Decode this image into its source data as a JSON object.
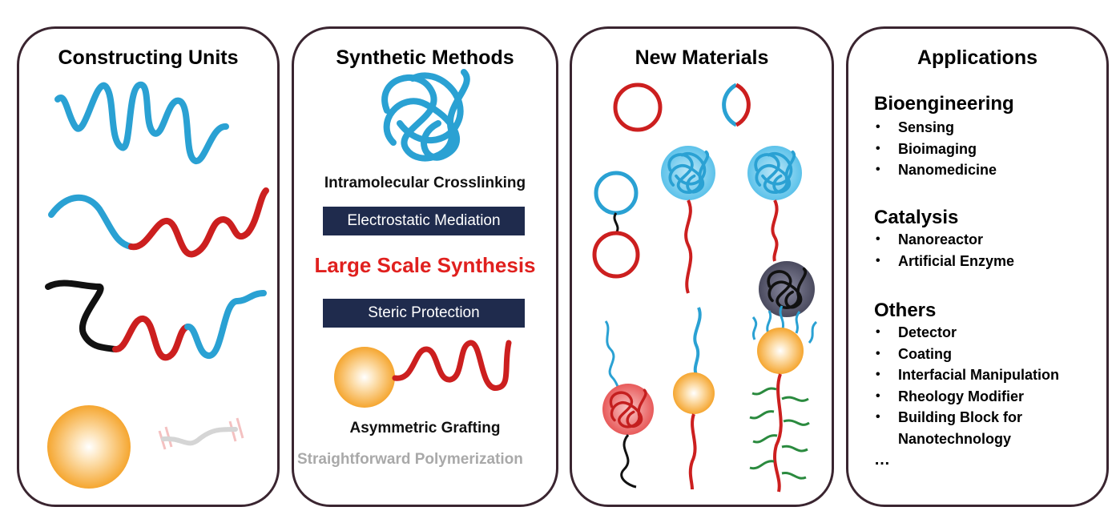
{
  "panels": {
    "constructing": {
      "title": "Constructing Units"
    },
    "synthetic": {
      "title": "Synthetic Methods",
      "crosslinking": "Intramolecular Crosslinking",
      "electrostatic": "Electrostatic Mediation",
      "large_scale": "Large Scale Synthesis",
      "steric": "Steric Protection",
      "grafting": "Asymmetric Grafting",
      "polymerization": "Straightforward Polymerization"
    },
    "materials": {
      "title": "New Materials"
    },
    "applications": {
      "title": "Applications",
      "sections": [
        {
          "name": "Bioengineering",
          "items": [
            "Sensing",
            "Bioimaging",
            "Nanomedicine"
          ]
        },
        {
          "name": "Catalysis",
          "items": [
            "Nanoreactor",
            "Artificial Enzyme"
          ]
        },
        {
          "name": "Others",
          "items": [
            "Detector",
            "Coating",
            "Interfacial Manipulation",
            "Rheology Modifier",
            "Building Block for",
            "Nanotechnology"
          ]
        }
      ],
      "ellipsis": "…"
    }
  },
  "colors": {
    "blue_chain": "#2aa1d3",
    "red_chain": "#cc1f1f",
    "black_chain": "#111111",
    "gold_particle": "#f5a93a",
    "dark_bar": "#1f2b4d",
    "border": "#3a2530"
  }
}
